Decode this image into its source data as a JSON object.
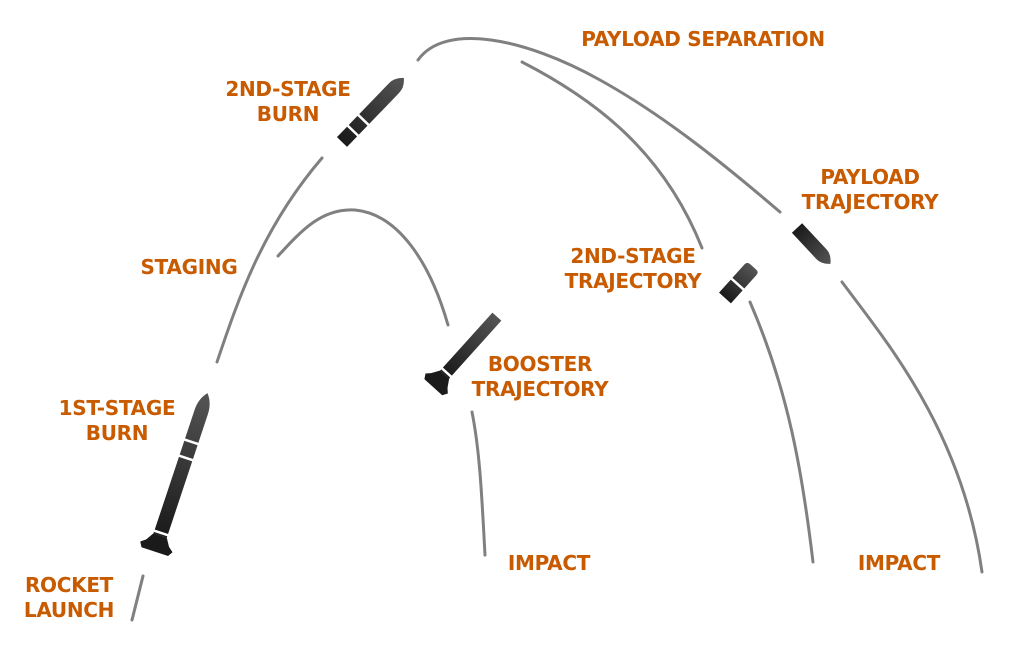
{
  "labels": {
    "rocket_launch": [
      "ROCKET",
      "LAUNCH"
    ],
    "first_stage_burn": [
      "1ST-STAGE",
      "BURN"
    ],
    "staging": "STAGING",
    "second_stage_burn": [
      "2ND-STAGE",
      "BURN"
    ],
    "payload_separation": "PAYLOAD SEPARATION",
    "payload_trajectory": [
      "PAYLOAD",
      "TRAJECTORY"
    ],
    "second_stage_trajectory": [
      "2ND-STAGE",
      "TRAJECTORY"
    ],
    "booster_trajectory": [
      "BOOSTER",
      "TRAJECTORY"
    ],
    "impact_booster": "IMPACT",
    "impact_stages": "IMPACT"
  },
  "colors": {
    "label": "#c85a00",
    "path": "#808080",
    "rocket": "#262626"
  }
}
